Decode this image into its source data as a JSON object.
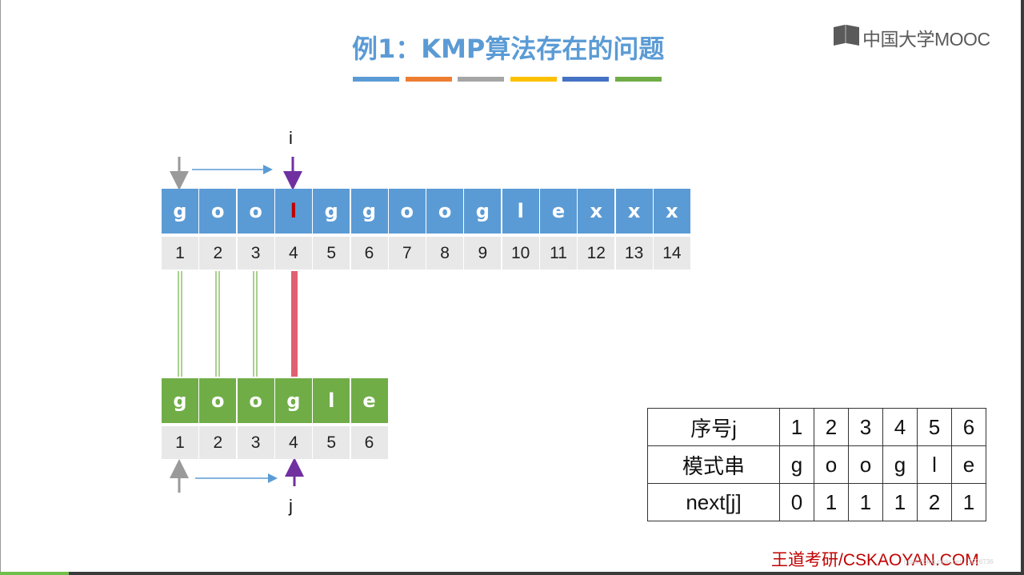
{
  "slide": {
    "title": "例1：KMP算法存在的问题",
    "color_bars": [
      "#5b9bd5",
      "#ed7d31",
      "#a5a5a5",
      "#ffc000",
      "#4472c4",
      "#70ad47"
    ]
  },
  "logo": {
    "text": "中国大学MOOC"
  },
  "main_string": {
    "chars": [
      "g",
      "o",
      "o",
      "l",
      "g",
      "g",
      "o",
      "o",
      "g",
      "l",
      "e",
      "x",
      "x",
      "x"
    ],
    "indices": [
      "1",
      "2",
      "3",
      "4",
      "5",
      "6",
      "7",
      "8",
      "9",
      "10",
      "11",
      "12",
      "13",
      "14"
    ],
    "mismatch_index": 4,
    "mismatch_color": "#c00000"
  },
  "pattern": {
    "chars": [
      "g",
      "o",
      "o",
      "g",
      "l",
      "e"
    ],
    "indices": [
      "1",
      "2",
      "3",
      "4",
      "5",
      "6"
    ]
  },
  "pointers": {
    "i_label": "i",
    "j_label": "j"
  },
  "next_table": {
    "row_headers": [
      "序号j",
      "模式串",
      "next[j]"
    ],
    "j": [
      "1",
      "2",
      "3",
      "4",
      "5",
      "6"
    ],
    "pattern": [
      "g",
      "o",
      "o",
      "g",
      "l",
      "e"
    ],
    "next": [
      "0",
      "1",
      "1",
      "1",
      "2",
      "1"
    ]
  },
  "watermark": "王道考研/CSKAOYAN.COM",
  "faint_url": "https://blog.csdn.net/...1226736"
}
